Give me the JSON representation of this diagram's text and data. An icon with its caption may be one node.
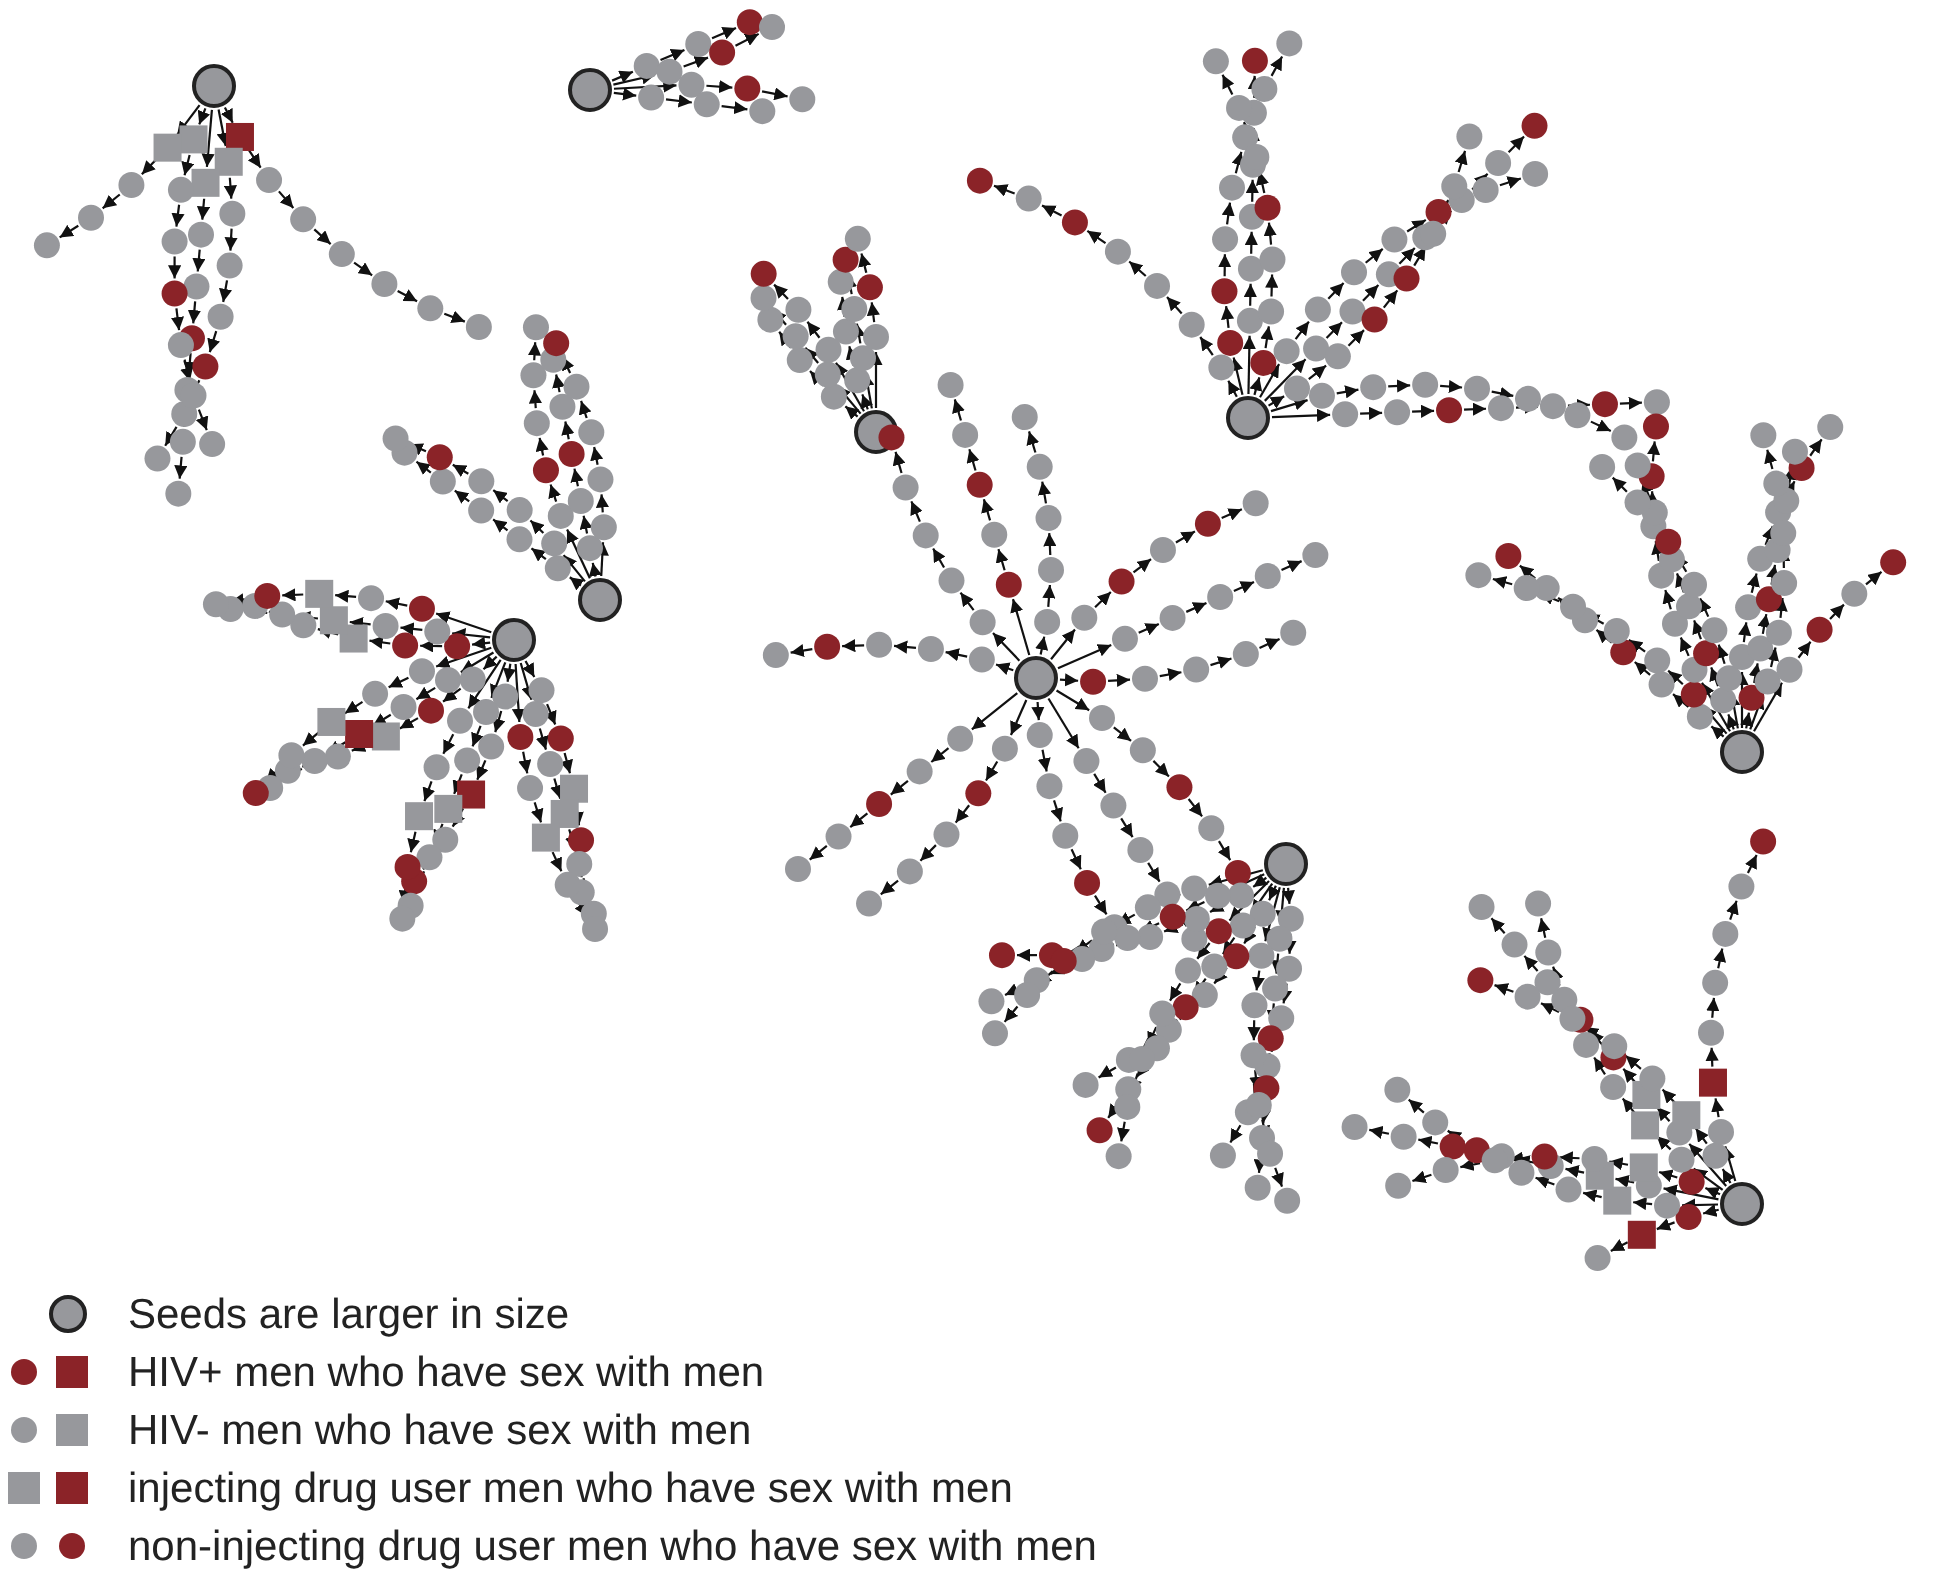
{
  "diagram": {
    "legend": [
      {
        "text": "Seeds are larger in size"
      },
      {
        "text": "HIV+ men who have sex with men"
      },
      {
        "text": "HIV- men who have sex with men"
      },
      {
        "text": "injecting drug user men who have sex with men"
      },
      {
        "text": "non-injecting drug user men who have sex with men"
      }
    ]
  }
}
